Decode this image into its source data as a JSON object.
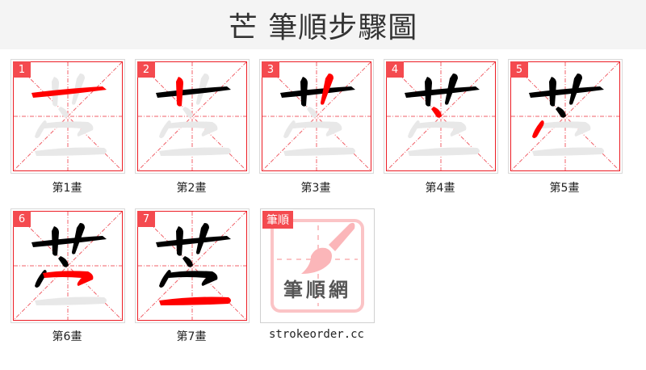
{
  "header": {
    "title": "芒 筆順步驟圖",
    "character": "芒"
  },
  "steps": [
    {
      "number": "1",
      "label": "第1畫"
    },
    {
      "number": "2",
      "label": "第2畫"
    },
    {
      "number": "3",
      "label": "第3畫"
    },
    {
      "number": "4",
      "label": "第4畫"
    },
    {
      "number": "5",
      "label": "第5畫"
    },
    {
      "number": "6",
      "label": "第6畫"
    },
    {
      "number": "7",
      "label": "第7畫"
    }
  ],
  "logo": {
    "badge": "筆順",
    "text": "筆順網",
    "site": "strokeorder.cc"
  },
  "colors": {
    "grid": "#ec1c24",
    "badge": "#f44a4f",
    "current_stroke": "#ff0000",
    "done_stroke": "#000000",
    "ghost_stroke": "#e6e6e6"
  }
}
